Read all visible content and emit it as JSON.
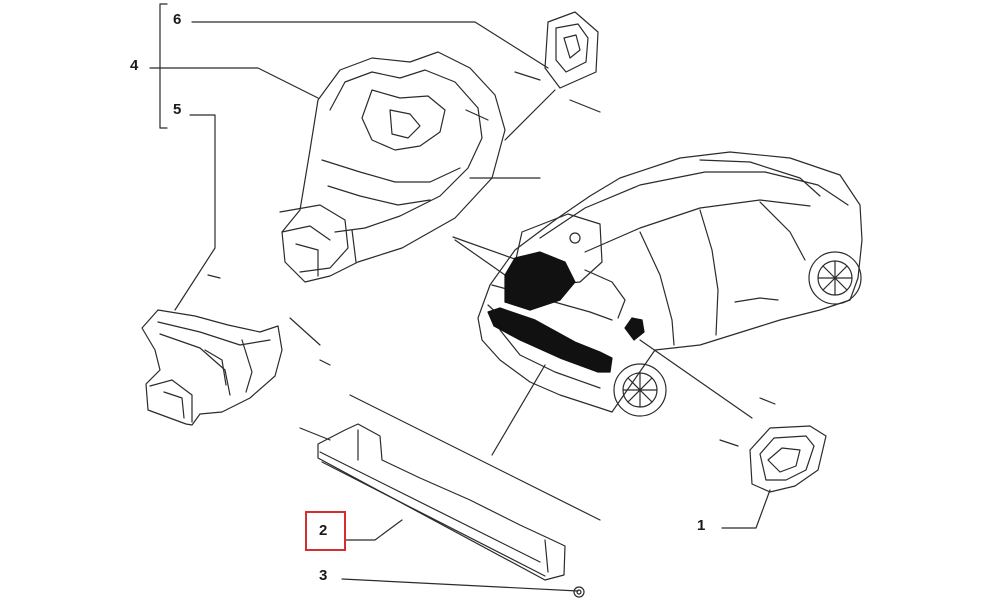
{
  "callouts": {
    "part_1": "1",
    "part_2": "2",
    "part_3": "3",
    "part_4": "4",
    "part_5": "5",
    "part_6": "6"
  },
  "highlighted_part": "2",
  "colors": {
    "highlight": "#d32f2f",
    "line_art": "#2b2b2b",
    "fill_black": "#111111",
    "background": "#ffffff"
  }
}
